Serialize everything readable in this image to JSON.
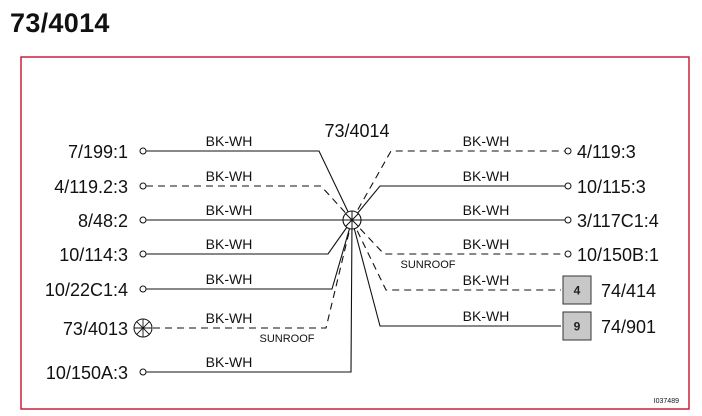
{
  "title": "73/4014",
  "border_color": "#c8102e",
  "center": {
    "label": "73/4014",
    "symbol": "splice-icon"
  },
  "wire_color_label": "BK-WH",
  "note": "SUNROOF",
  "figure_id": "I037489",
  "left": [
    {
      "label": "7/199:1",
      "color": "BK-WH",
      "dashed": false,
      "terminal": "circle"
    },
    {
      "label": "4/119.2:3",
      "color": "BK-WH",
      "dashed": true,
      "terminal": "circle"
    },
    {
      "label": "8/48:2",
      "color": "BK-WH",
      "dashed": false,
      "terminal": "circle"
    },
    {
      "label": "10/114:3",
      "color": "BK-WH",
      "dashed": false,
      "terminal": "circle"
    },
    {
      "label": "10/22C1:4",
      "color": "BK-WH",
      "dashed": false,
      "terminal": "circle"
    },
    {
      "label": "73/4013",
      "color": "BK-WH",
      "dashed": true,
      "terminal": "splice",
      "note": "SUNROOF"
    },
    {
      "label": "10/150A:3",
      "color": "BK-WH",
      "dashed": false,
      "terminal": "circle"
    }
  ],
  "right": [
    {
      "label": "4/119:3",
      "color": "BK-WH",
      "dashed": true,
      "terminal": "circle"
    },
    {
      "label": "10/115:3",
      "color": "BK-WH",
      "dashed": false,
      "terminal": "circle"
    },
    {
      "label": "3/117C1:4",
      "color": "BK-WH",
      "dashed": false,
      "terminal": "circle"
    },
    {
      "label": "10/150B:1",
      "color": "BK-WH",
      "dashed": true,
      "terminal": "circle",
      "note": "SUNROOF"
    },
    {
      "label": "74/414",
      "color": "BK-WH",
      "dashed": true,
      "terminal": "box",
      "pin": "4"
    },
    {
      "label": "74/901",
      "color": "BK-WH",
      "dashed": false,
      "terminal": "box",
      "pin": "9"
    }
  ]
}
